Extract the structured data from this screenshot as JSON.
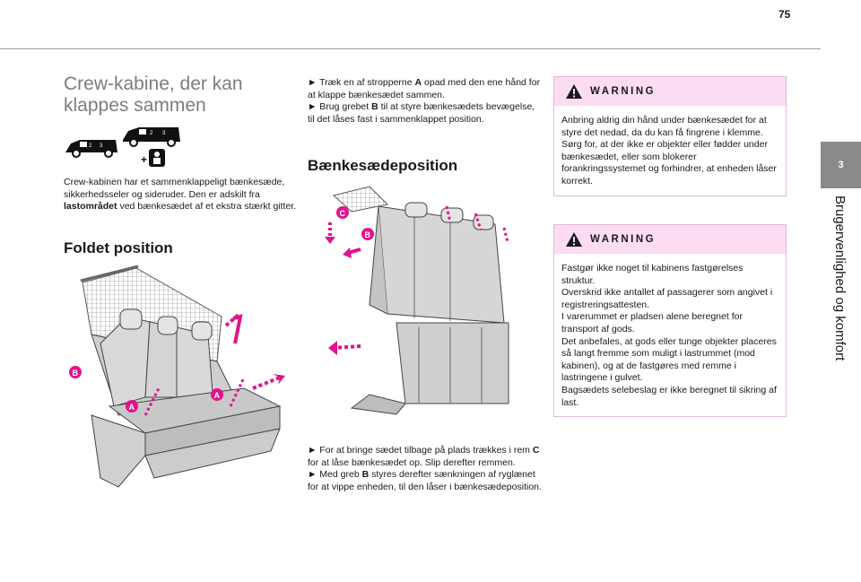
{
  "page_number": "75",
  "chapter": {
    "number": "3",
    "title": "Brugervenlighed og komfort"
  },
  "col1": {
    "heading": [
      "Crew-kabine, der kan",
      "klappes sammen"
    ],
    "intro_pre": "Crew-kabinen har et sammenklappeligt bænkesæde, sikkerhedsseler og sideruder. Den er adskilt fra ",
    "intro_bold": "lastområdet",
    "intro_post": " ved bænkesædet af et ekstra stærkt gitter.",
    "section": "Foldet position",
    "img_label_b": "B",
    "img_label_a1": "A",
    "img_label_a2": "A",
    "van_labels": [
      "2",
      "3"
    ],
    "van_labels2": [
      "2",
      "3"
    ]
  },
  "col2": {
    "step1_pre": "► Træk en af stropperne ",
    "step1_bold": "A",
    "step1_post": " opad med den ene hånd for at klappe bænkesædet sammen.",
    "step2_pre": "► Brug grebet ",
    "step2_bold": "B",
    "step2_post": " til at styre bænkesædets bevægelse, til det låses fast i sammenklappet position.",
    "section": "Bænkesædeposition",
    "img_label_c": "C",
    "img_label_b": "B",
    "step3_pre": "► For at bringe sædet tilbage på plads trækkes i rem ",
    "step3_bold": "C",
    "step3_post": " for at låse bænkesædet op. Slip derefter remmen.",
    "step4_pre": "► Med greb ",
    "step4_bold": "B",
    "step4_post": " styres derefter sænkningen af ryglænet for at vippe enheden, til den låser i bænkesædeposition."
  },
  "warning1": {
    "title": "WARNING",
    "lines": [
      "Anbring aldrig din hånd under bænkesædet for at styre det nedad, da du kan få fingrene i klemme.",
      "Sørg for, at der ikke er objekter eller fødder under bænkesædet, eller som blokerer forankringssystemet og forhindrer, at enheden låser korrekt."
    ]
  },
  "warning2": {
    "title": "WARNING",
    "lines": [
      "Fastgør ikke noget til kabinens fastgørelses struktur.",
      "Overskrid ikke antallet af passagerer som angivet i registreringsattesten.",
      "I varerummet er pladsen alene beregnet for transport af gods.",
      "Det anbefales, at gods eller tunge objekter placeres så langt fremme som muligt i lastrummet (mod kabinen), og at de fastgøres med remme i lastringene i gulvet.",
      "Bagsædets selebeslag er ikke beregnet til sikring af last."
    ]
  },
  "colors": {
    "accent_pink": "#fcdcf3",
    "arrow_pink": "#e0148c",
    "tab_grey": "#8a8a8a"
  }
}
